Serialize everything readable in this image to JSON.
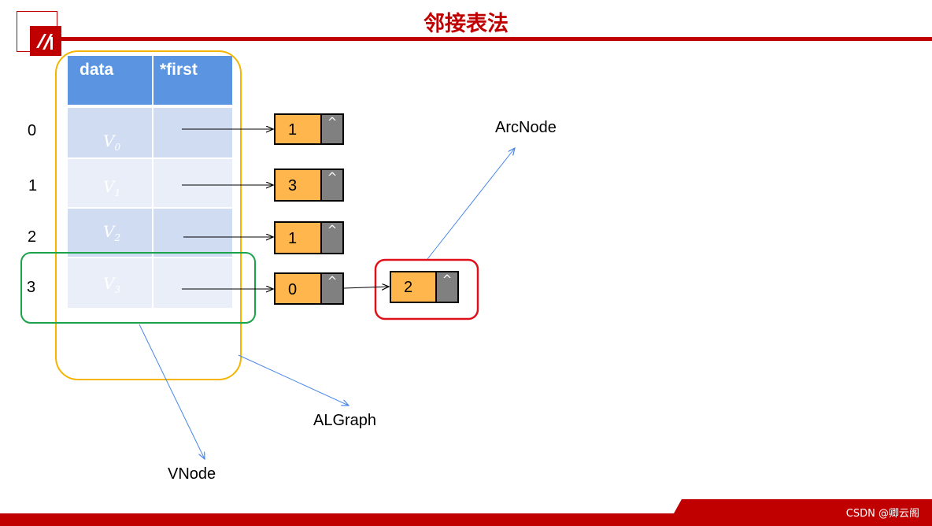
{
  "slide": {
    "title": "邻接表法",
    "watermark": "CSDN @卿云阁",
    "colors": {
      "title": "#c00000",
      "header": "#5b94e0",
      "arc_node_fill": "#ffb74d",
      "pointer_fill": "#808080",
      "vnode_box": "#f4b400",
      "row_highlight": "#1aa34a",
      "arc_highlight": "#e0101a",
      "arrow": "#4a86e8"
    }
  },
  "table": {
    "headers": [
      "data",
      "*first"
    ],
    "rows": [
      {
        "index": "0",
        "vertex": "V",
        "sub": "0"
      },
      {
        "index": "1",
        "vertex": "V",
        "sub": "1"
      },
      {
        "index": "2",
        "vertex": "V",
        "sub": "2"
      },
      {
        "index": "3",
        "vertex": "V",
        "sub": "3"
      }
    ]
  },
  "arc_nodes": [
    {
      "adjvex": "1",
      "next": "^"
    },
    {
      "adjvex": "3",
      "next": "^"
    },
    {
      "adjvex": "1",
      "next": "^"
    },
    {
      "adjvex": "0",
      "next": "^"
    }
  ],
  "extra_node": {
    "adjvex": "2",
    "next": "^"
  },
  "labels": {
    "arcnode": "ArcNode",
    "algraph": "ALGraph",
    "vnode": "VNode"
  }
}
